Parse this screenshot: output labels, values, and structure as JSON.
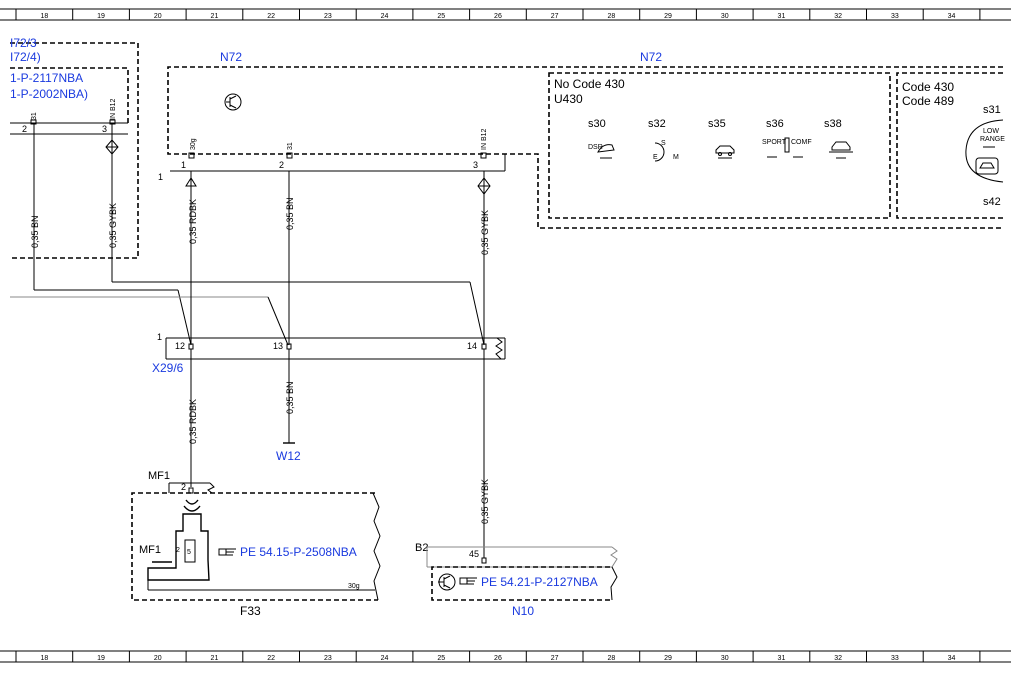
{
  "grid": {
    "columns": [
      "18",
      "19",
      "20",
      "21",
      "22",
      "23",
      "24",
      "25",
      "26",
      "27",
      "28",
      "29",
      "30",
      "31",
      "32",
      "33",
      "34"
    ]
  },
  "left_refs": {
    "line1": "I72/3",
    "line2": "I72/4)",
    "line3": "1-P-2117NBA",
    "line4": "1-P-2002NBA)"
  },
  "n72_label_left": "N72",
  "n72_label_right": "N72",
  "pins_top_left": {
    "p2": "2",
    "p3": "3",
    "p2_tag": "31",
    "p3_tag": "IN B12"
  },
  "n72_connector": {
    "row_label": "1",
    "pin1": "1",
    "pin2": "2",
    "pin3": "3",
    "tag1": "30g",
    "tag2": "31",
    "tag3": "IN B12"
  },
  "wires": {
    "w_left_bn": "0,35 BN",
    "w_left_gybk": "0,35 GYBK",
    "w_rdbk": "0,35 RDBK",
    "w_bn": "0,35 BN",
    "w_gybk": "0,35 GYBK",
    "w_rdbk2": "0,35 RDBK",
    "w_bn2": "0,35 BN",
    "w_gybk2": "0,35 GYBK"
  },
  "panel_no430": {
    "line1": "No  Code 430",
    "line2": "U430",
    "switches": [
      {
        "id": "s30",
        "sub": "DSR"
      },
      {
        "id": "s32",
        "sub": "S  E  M"
      },
      {
        "id": "s35",
        "sub": ""
      },
      {
        "id": "s36",
        "sub": "SPORT  COMF"
      },
      {
        "id": "s38",
        "sub": ""
      }
    ]
  },
  "panel_430": {
    "line1": "Code 430",
    "line2": "Code 489",
    "s31": "s31",
    "s42": "s42",
    "low_range_1": "LOW",
    "low_range_2": "RANGE"
  },
  "x29": {
    "row_label": "1",
    "pin12": "12",
    "pin13": "13",
    "pin14": "14",
    "name": "X29/6"
  },
  "w12": "W12",
  "mf1_top": "MF1",
  "mf1_left": "MF1",
  "f33": {
    "pin": "2",
    "inner_pin": "2",
    "inner_5": "5",
    "ref": "PE 54.15-P-2508NBA",
    "ground": "30g",
    "name": "F33"
  },
  "b2": "B2",
  "n10": {
    "pin": "45",
    "ref": "PE 54.21-P-2127NBA",
    "name": "N10"
  },
  "colors": {
    "link_blue": "#1a3adf",
    "ink": "#000000"
  }
}
